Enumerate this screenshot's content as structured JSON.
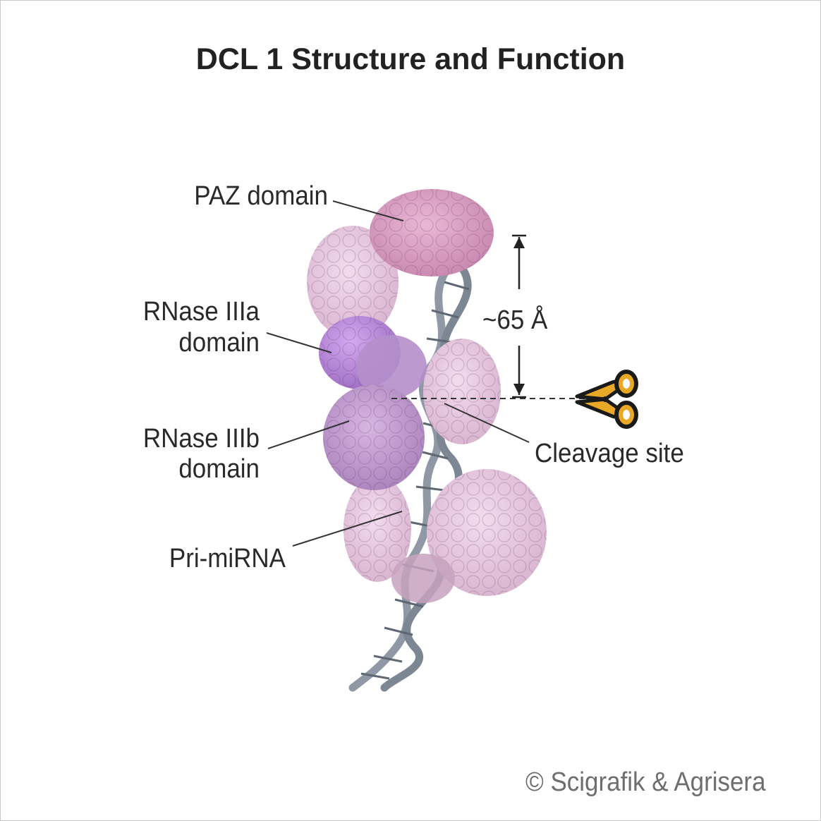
{
  "title": "DCL 1 Structure and Function",
  "labels": {
    "paz": "PAZ domain",
    "rnase_a_line1": "RNase IIIa",
    "rnase_a_line2": "domain",
    "rnase_b_line1": "RNase IIIb",
    "rnase_b_line2": "domain",
    "primirna": "Pri-miRNA",
    "cleavage": "Cleavage site",
    "distance": "~65 Å"
  },
  "copyright": "© Scigrafik & Agrisera",
  "colors": {
    "paz": "#d79cc0",
    "rnase_a": "#b585d6",
    "rnase_b": "#c09ad0",
    "protein_light": "#e6c6de",
    "rna": "#8f98a4",
    "scissors": "#e9a825"
  },
  "icons": [
    "scissors-icon",
    "double-arrow-icon"
  ]
}
